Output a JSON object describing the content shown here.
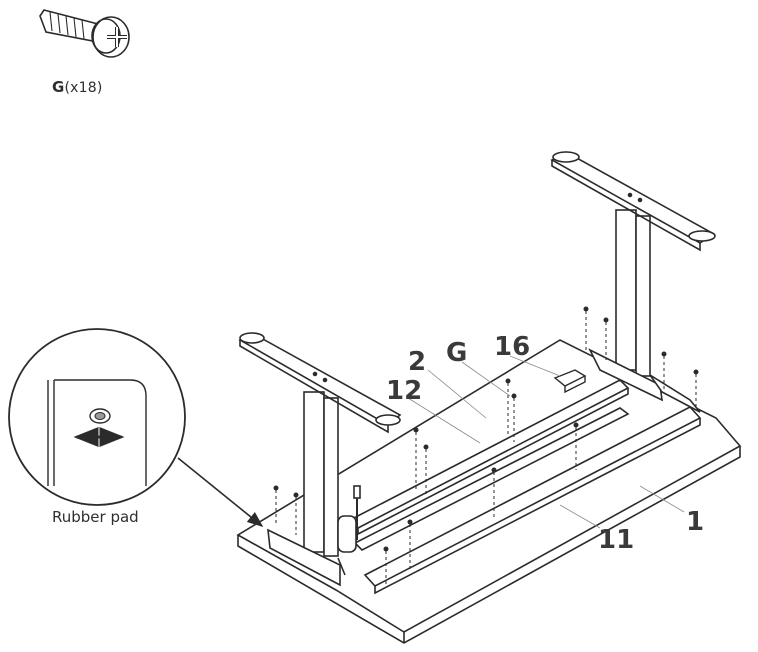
{
  "hardware": {
    "part_letter": "G",
    "quantity": "(x18)",
    "icon": "screw-icon"
  },
  "detail": {
    "caption": "Rubber pad",
    "icon": "magnifier-detail-circle"
  },
  "callouts": {
    "part_2": "2",
    "part_g": "G",
    "part_16": "16",
    "part_12": "12",
    "part_11": "11",
    "part_1": "1"
  },
  "colors": {
    "line": "#2b2b2b",
    "label": "#3a3a3a",
    "background": "#ffffff"
  }
}
